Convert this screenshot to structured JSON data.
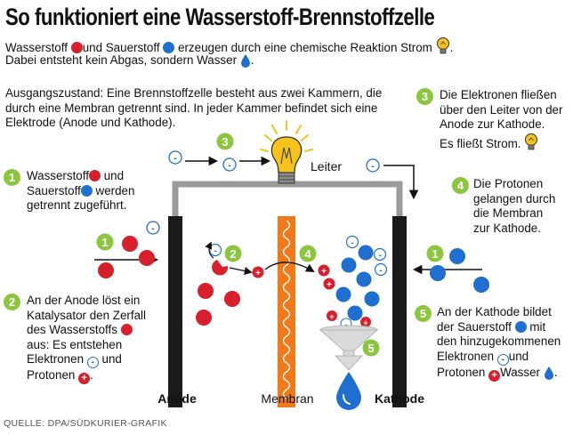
{
  "title": "So funktioniert eine Wasserstoff-Brennstoffzelle",
  "intro": {
    "l1_a": "Wasserstoff",
    "l1_b": "und Sauerstoff",
    "l1_c": "erzeugen durch eine chemische Reaktion Strom",
    "l1_d": ".",
    "l2_a": "Dabei entsteht kein Abgas, sondern Wasser",
    "l2_b": "."
  },
  "ausgang": {
    "l1": "Ausgangszustand: Eine Brennstoffzelle besteht aus zwei Kammern, die",
    "l2": "durch eine Membran getrennt sind. In jeder Kammer befindet sich eine",
    "l3": "Elektrode (Anode und Kathode)."
  },
  "steps": {
    "s1": {
      "num": "1",
      "a": "Wasserstoff",
      "b": "und",
      "c": "Sauerstoff",
      "d": "werden",
      "e": "getrennt zugeführt."
    },
    "s2": {
      "num": "2",
      "a": "An der Anode löst ein",
      "b": "Katalysator den Zerfall",
      "c": "des Wasserstoffs",
      "d": "aus: Es entstehen",
      "e": "Elektronen",
      "f": "und",
      "g": "Protonen",
      "h": "."
    },
    "s3": {
      "num": "3",
      "a": "Die Elektronen fließen",
      "b": "über den Leiter von der",
      "c": "Anode zur Kathode.",
      "d": "Es fließt Strom."
    },
    "s4": {
      "num": "4",
      "a": "Die Protonen",
      "b": "gelangen durch",
      "c": "die Membran",
      "d": "zur Kathode."
    },
    "s5": {
      "num": "5",
      "a": "An der Kathode bildet",
      "b": "der Sauerstoff",
      "c": "mit",
      "d": "den hinzugekommenen",
      "e": "Elektronen",
      "f": "und",
      "g": "Protonen",
      "h": "Wasser",
      "i": "."
    }
  },
  "diagram": {
    "leiter": "Leiter",
    "anode": "Anode",
    "membran": "Membran",
    "kathode": "Kathode",
    "n1": "1",
    "n2": "2",
    "n3": "3",
    "n4": "4",
    "n5": "5",
    "minus": "-",
    "plus": "+"
  },
  "source": "QUELLE: DPA/SÜDKURIER-GRAFIK",
  "colors": {
    "hydrogen": "#d7202b",
    "oxygen": "#1f6fd1",
    "step_badge": "#8cc63f",
    "membrane": "#f07a1a",
    "electrode": "#1a1a1a",
    "conductor": "#9b9b9b",
    "bulb": "#f6c21c",
    "water": "#1f6fd1"
  },
  "icons": [
    "bulb-icon",
    "water-drop-icon",
    "funnel-icon",
    "arrow-icon"
  ]
}
